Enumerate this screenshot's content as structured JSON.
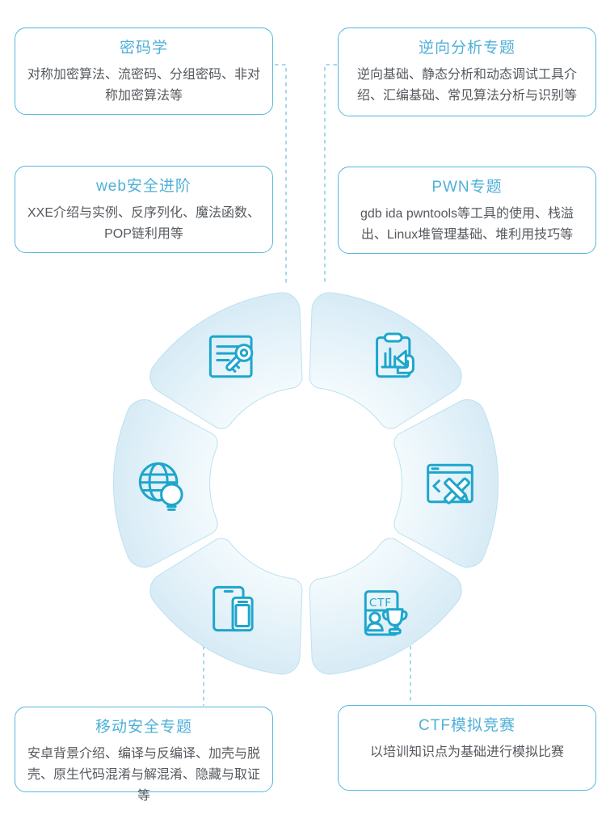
{
  "colors": {
    "accent": "#4fb0d8",
    "card-border": "#54b8de",
    "body-text": "#55595e",
    "icon": "#1ea6cc",
    "segment-border": "#bce1f0",
    "segment-inner": "#f3fafd",
    "segment-outer": "#d7ebf6",
    "connector": "#a6d8ea"
  },
  "cards": [
    {
      "id": "crypto",
      "title": "密码学",
      "description": "对称加密算法、流密码、分组密码、非对称加密算法等"
    },
    {
      "id": "reverse",
      "title": "逆向分析专题",
      "description": "逆向基础、静态分析和动态调试工具介绍、汇编基础、常见算法分析与识别等"
    },
    {
      "id": "web",
      "title": "web安全进阶",
      "description": "XXE介绍与实例、反序列化、魔法函数、POP链利用等"
    },
    {
      "id": "pwn",
      "title": "PWN专题",
      "description": "gdb ida pwntools等工具的使用、栈溢出、Linux堆管理基础、堆利用技巧等"
    },
    {
      "id": "mobile",
      "title": "移动安全专题",
      "description": "安卓背景介绍、编译与反编译、加壳与脱壳、原生代码混淆与解混淆、隐藏与取证等"
    },
    {
      "id": "ctf",
      "title": "CTF模拟竞赛",
      "description": "以培训知识点为基础进行模拟比赛"
    }
  ],
  "ring": {
    "badge_label": "CTF"
  }
}
